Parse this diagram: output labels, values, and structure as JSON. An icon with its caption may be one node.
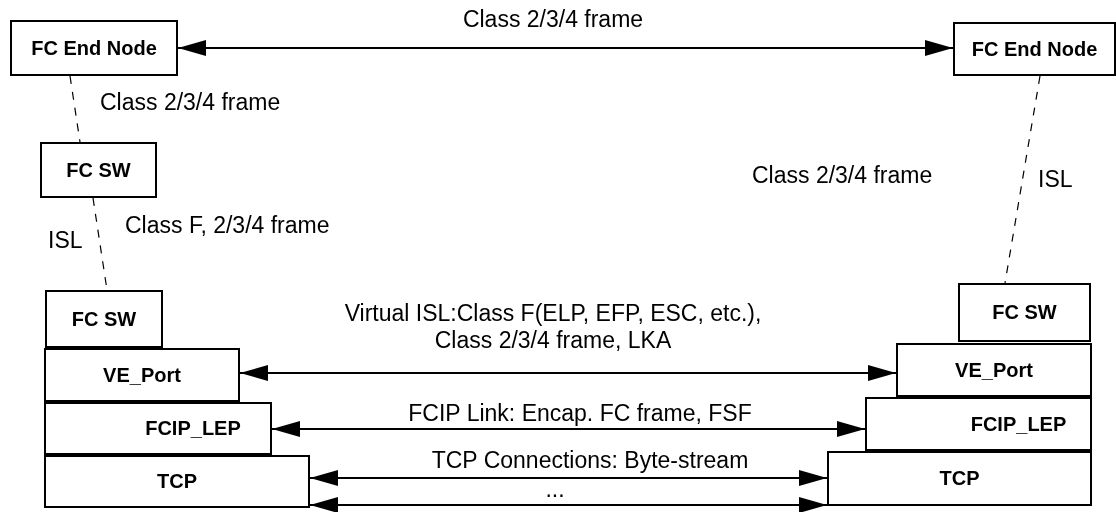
{
  "diagram": {
    "nodes": [
      {
        "text": [
          "FC End Node"
        ]
      },
      {
        "text": [
          "FC End Node"
        ]
      },
      {
        "text": [
          "FC SW"
        ]
      },
      {
        "text": [
          "FC SW"
        ]
      },
      {
        "text": [
          "VE_Port"
        ]
      },
      {
        "text": [
          "FCIP_LEP"
        ]
      },
      {
        "text": [
          "TCP"
        ]
      },
      {
        "text": [
          "FC SW"
        ]
      },
      {
        "text": [
          "VE_Port"
        ]
      },
      {
        "text": [
          "FCIP_LEP"
        ]
      },
      {
        "text": [
          "TCP"
        ]
      }
    ],
    "edges": [
      {
        "from": 0,
        "to": 1,
        "arrow": "both",
        "label": "Class 2/3/4 frame"
      },
      {
        "from": 0,
        "to": 2,
        "arrow": "none",
        "style": "dashed",
        "label": "Class 2/3/4 frame"
      },
      {
        "from": 2,
        "to": 3,
        "arrow": "none",
        "style": "dashed",
        "label": "ISL"
      },
      {
        "from": 1,
        "to": 7,
        "arrow": "none",
        "style": "dashed",
        "label": "ISL"
      },
      {
        "from": 4,
        "to": 8,
        "arrow": "both",
        "label": "Virtual ISL:Class F(ELP, EFP, ESC, etc.), Class 2/3/4 frame, LKA"
      },
      {
        "from": 5,
        "to": 9,
        "arrow": "both",
        "label": "FCIP Link: Encap. FC frame, FSF"
      },
      {
        "from": 6,
        "to": 10,
        "arrow": "both",
        "label": "TCP Connections: Byte-stream"
      },
      {
        "from": 6,
        "to": 10,
        "arrow": "both",
        "label": "..."
      }
    ],
    "labels": [
      "Class F, 2/3/4 frame",
      "Class 2/3/4 frame"
    ]
  }
}
